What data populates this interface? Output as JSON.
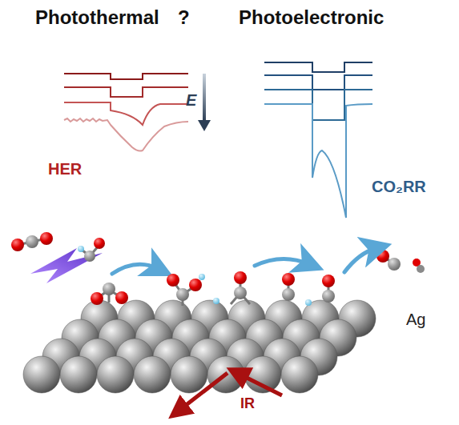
{
  "diagram": {
    "labels": [
      "Photothermal",
      "?",
      "Photoelectronic",
      "E",
      "HER",
      "CO₂RR",
      "Ag",
      "IR"
    ]
  }
}
